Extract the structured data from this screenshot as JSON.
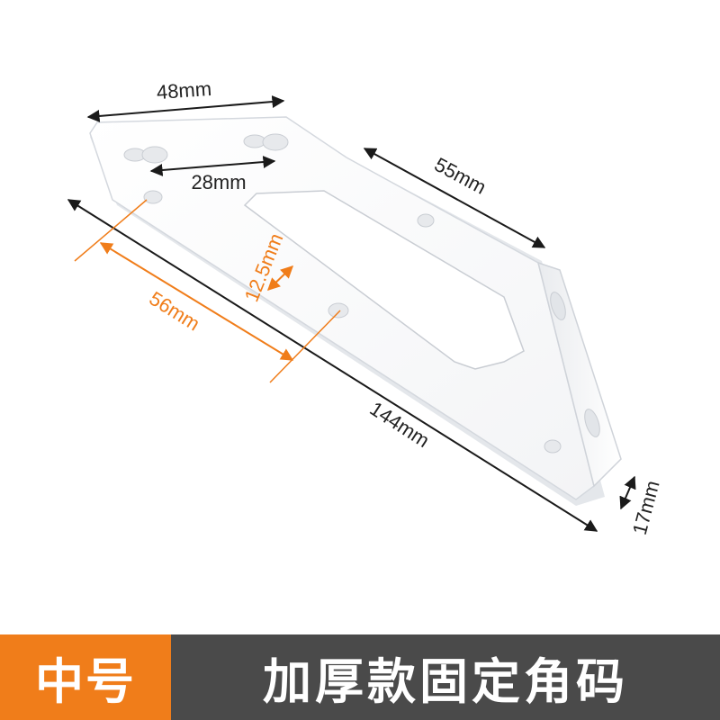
{
  "colors": {
    "orange": "#f07d1a",
    "banner_dark": "#4a4a4a",
    "dimension_line": "#1a1a1a",
    "bracket_fill": "#ffffff",
    "bracket_edge": "#d4d8de"
  },
  "dimensions": {
    "top_width": "48mm",
    "hole_spacing": "28mm",
    "side_length": "55mm",
    "hole_offset": "56mm",
    "slot_width": "12.5mm",
    "diagonal_length": "144mm",
    "thickness": "17mm"
  },
  "banner": {
    "size_label": "中号",
    "product_title": "加厚款固定角码"
  }
}
